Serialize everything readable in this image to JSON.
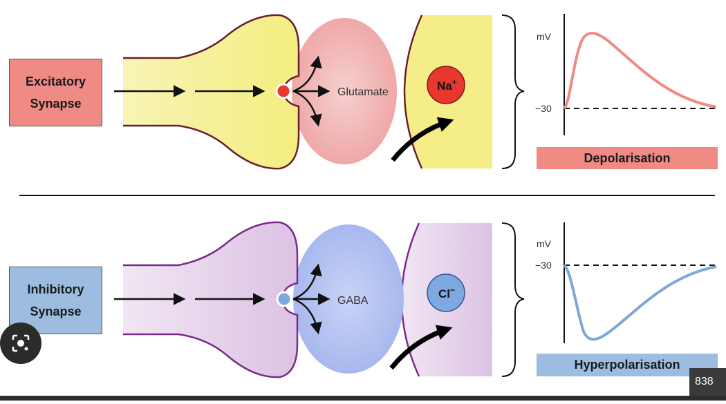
{
  "excitatory": {
    "label_line1": "Excitatory",
    "label_line2": "Synapse",
    "neurotransmitter": "Glutamate",
    "ion_symbol": "Na",
    "ion_charge": "+",
    "graph_unit": "mV",
    "graph_tick": "−30",
    "result": "Depolarisation"
  },
  "inhibitory": {
    "label_line1": "Inhibitory",
    "label_line2": "Synapse",
    "neurotransmitter": "GABA",
    "ion_symbol": "Cl",
    "ion_charge": "−",
    "graph_unit": "mV",
    "graph_tick": "−30",
    "result": "Hyperpolarisation"
  },
  "overlay": {
    "lens_icon": "visual-search-icon",
    "badge_text": "838"
  },
  "colors": {
    "excitatory_box": "#ef8a84",
    "inhibitory_box": "#9cbde0",
    "excitatory_axon": "#f6f19a",
    "inhibitory_axon": "#e6d2ec",
    "excitatory_curve": "#ef8a84",
    "inhibitory_curve": "#7fa7d6",
    "excitatory_outline": "#6a1f2a",
    "inhibitory_outline": "#7a2a8a",
    "glutamate_cloud": "#efb0b0",
    "gaba_cloud": "#aebdee",
    "na_ion": "#e8372e",
    "cl_ion": "#7ea8e0"
  }
}
